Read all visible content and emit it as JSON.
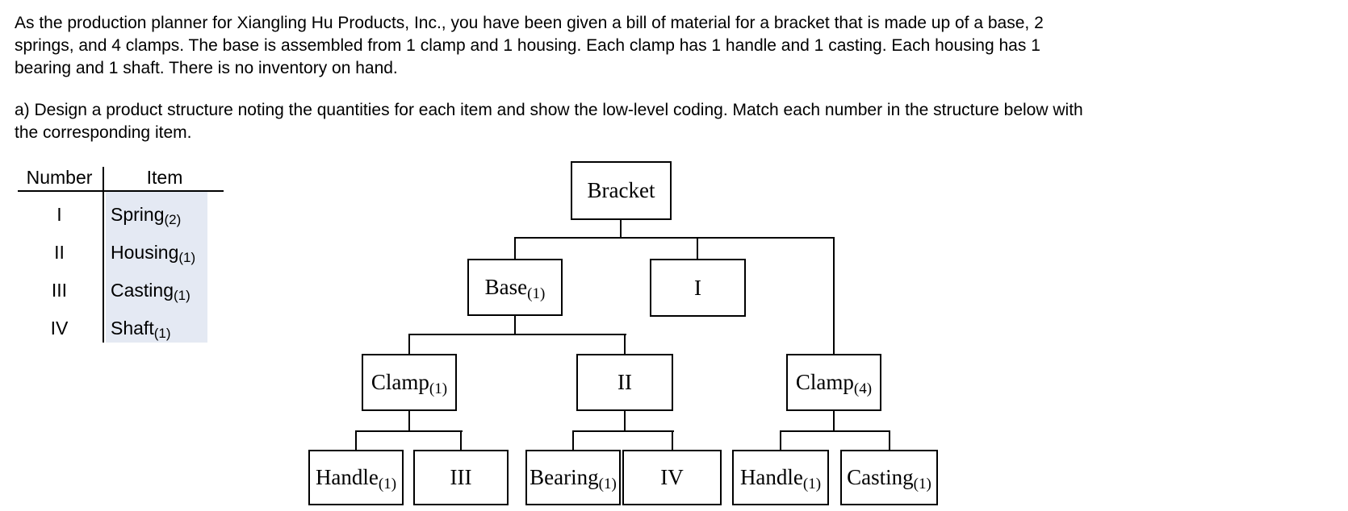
{
  "intro": {
    "lines": [
      "As the production planner for Xiangling Hu Products, Inc., you have been given a bill of material for a bracket that is made up of a base, 2",
      "springs, and 4 clamps. The base is assembled from 1 clamp and 1 housing. Each clamp has 1 handle and 1 casting. Each housing has 1",
      "bearing and 1 shaft. There is no inventory on hand."
    ]
  },
  "question": {
    "lines": [
      "a) Design a product structure noting the quantities for each item and show the low-level coding. Match each number in the structure below with",
      "the corresponding item."
    ]
  },
  "table": {
    "headers": {
      "number": "Number",
      "item": "Item"
    },
    "item_col_bg": "#e4e9f3",
    "rows": [
      {
        "number": "I",
        "item": "Spring",
        "qty": "(2)"
      },
      {
        "number": "II",
        "item": "Housing",
        "qty": "(1)"
      },
      {
        "number": "III",
        "item": "Casting",
        "qty": "(1)"
      },
      {
        "number": "IV",
        "item": "Shaft",
        "qty": "(1)"
      }
    ]
  },
  "diagram": {
    "nodes": {
      "bracket": {
        "label": "Bracket",
        "sub": ""
      },
      "base": {
        "label": "Base",
        "sub": "(1)"
      },
      "num1": {
        "label": "I",
        "sub": ""
      },
      "clamp1": {
        "label": "Clamp",
        "sub": "(1)"
      },
      "num2": {
        "label": "II",
        "sub": ""
      },
      "clamp4": {
        "label": "Clamp",
        "sub": "(4)"
      },
      "handle_a": {
        "label": "Handle",
        "sub": "(1)"
      },
      "num3": {
        "label": "III",
        "sub": ""
      },
      "bearing": {
        "label": "Bearing",
        "sub": "(1)"
      },
      "num4": {
        "label": "IV",
        "sub": ""
      },
      "handle_b": {
        "label": "Handle",
        "sub": "(1)"
      },
      "casting": {
        "label": "Casting",
        "sub": "(1)"
      }
    },
    "line_color": "#000000"
  }
}
